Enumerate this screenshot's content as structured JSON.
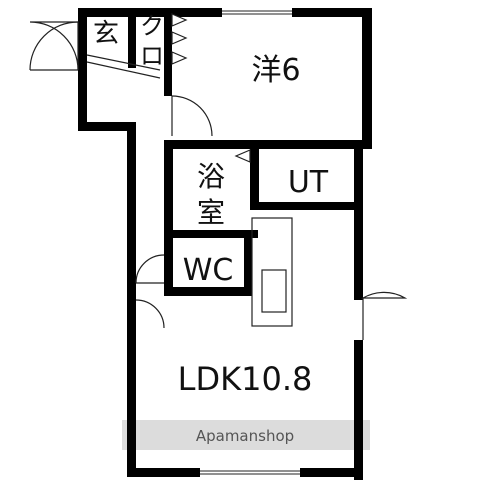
{
  "rooms": {
    "genkan": "玄",
    "closet_1": "ク",
    "closet_2": "ロ",
    "western": "洋6",
    "bath_1": "浴",
    "bath_2": "室",
    "utility": "UT",
    "toilet": "WC",
    "ldk": "LDK10.8"
  },
  "watermark": "Apamanshop",
  "colors": {
    "wall": "#000000",
    "window": "#ffffff",
    "line": "#222222",
    "watermark_band": "#dcdcdc"
  }
}
